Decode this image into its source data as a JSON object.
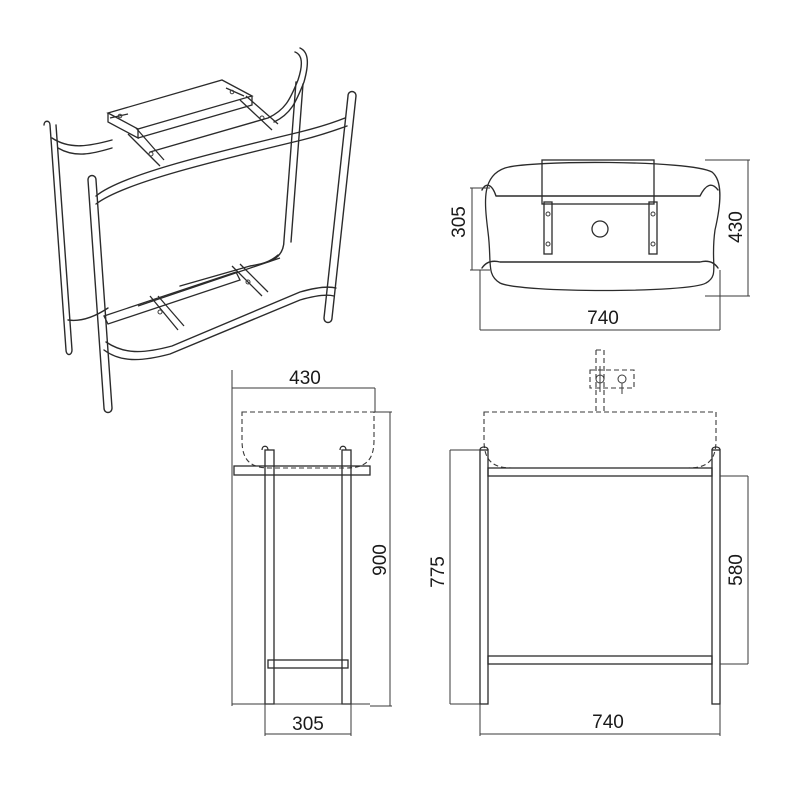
{
  "plan_view": {
    "width_label": "740",
    "depth_label": "430",
    "inner_depth_label": "305"
  },
  "side_view": {
    "depth_label": "430",
    "height_label": "900",
    "base_width_label": "305"
  },
  "front_view": {
    "width_label": "740",
    "height_label": "775",
    "frame_height_label": "580"
  }
}
